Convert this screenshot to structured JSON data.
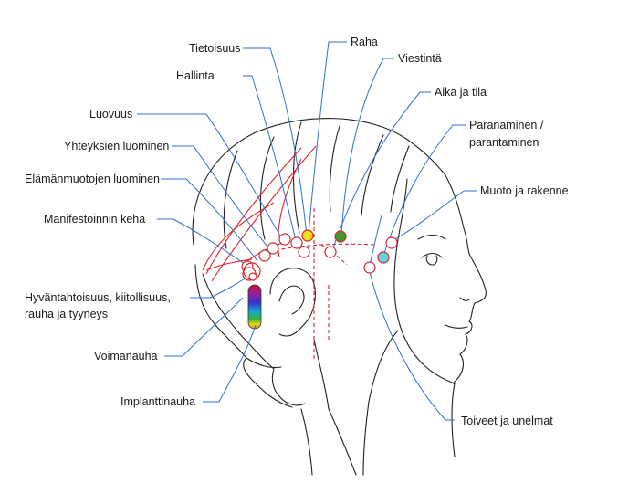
{
  "labels": {
    "tietoisuus": "Tietoisuus",
    "raha": "Raha",
    "hallinta": "Hallinta",
    "viestinta": "Viestintä",
    "aika_ja_tila": "Aika ja tila",
    "luovuus": "Luovuus",
    "paranaminen_line1": "Paranaminen /",
    "paranaminen_line2": "parantaminen",
    "yhteyksien_luominen": "Yhteyksien luominen",
    "muoto_ja_rakenne": "Muoto ja rakenne",
    "elamanmuotojen_luominen": "Elämänmuotojen luominen",
    "manifestoinnin_keha": "Manifestoinnin kehä",
    "hyvantahtoisuus_line1": "Hyväntahtoisuus, kiitollisuus,",
    "hyvantahtoisuus_line2": "rauha ja tyyneys",
    "voimanauha": "Voimanauha",
    "implanttinauha": "Implanttinauha",
    "toiveet_ja_unelmat": "Toiveet ja unelmat"
  },
  "colors": {
    "leader_lines": "#2f6fd0",
    "markers": "#d7262b",
    "sketch": "#222222",
    "raha_fill": "#f2e21a",
    "viestinta_fill": "#3d9a2c",
    "muoto_fill": "#5fd4e3"
  }
}
